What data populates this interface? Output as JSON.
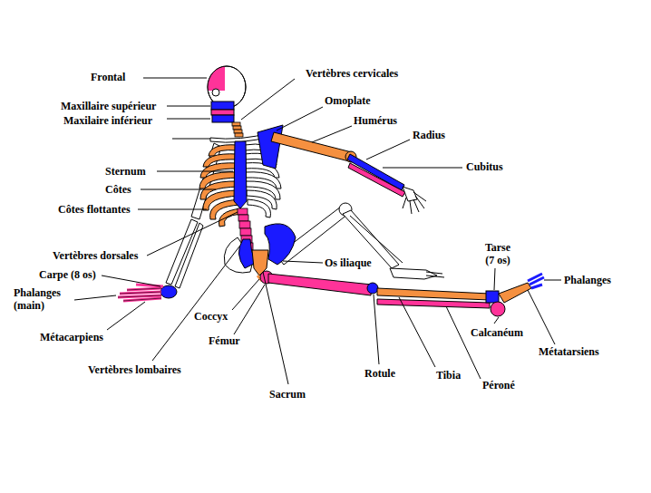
{
  "diagram": {
    "labels": [
      "Frontal",
      "Vertèbres cervicales",
      "Maxillaire supérieur",
      "Omoplate",
      "Maxilaire inférieur",
      "Humérus",
      "Radius",
      "Sternum",
      "Cubitus",
      "Côtes",
      "Côtes flottantes",
      "Tarse (7 os)",
      "Vertèbres dorsales",
      "Os iliaque",
      "Carpe (8 os)",
      "Phalanges",
      "Phalanges (main)",
      "Coccyx",
      "Calcanéum",
      "Métacarpiens",
      "Fémur",
      "Métatarsiens",
      "Vertèbres lombaires",
      "Rotule",
      "Tibia",
      "Péroné",
      "Sacrum"
    ]
  }
}
